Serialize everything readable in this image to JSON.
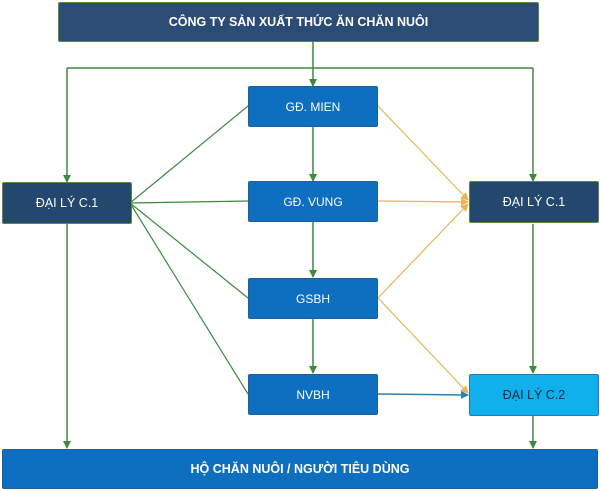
{
  "nodes": {
    "company": "CÔNG TY SẢN XUẤT THỨC ĂN CHĂN NUÔI",
    "gd_mien": "GĐ. MIEN",
    "gd_vung": "GĐ. VUNG",
    "gsbh": "GSBH",
    "nvbh": "NVBH",
    "agent_c1_left": "ĐẠI LÝ C.1",
    "agent_c1_right": "ĐẠI LÝ C.1",
    "agent_c2": "ĐẠI LÝ C.2",
    "end_customer": "HỘ CHĂN NUÔI / NGƯỜI TIÊU DÙNG"
  },
  "colors": {
    "green_flow": "#3f8a3f",
    "orange_flow": "#e8b458",
    "blue_flow": "#2e7fb5"
  }
}
